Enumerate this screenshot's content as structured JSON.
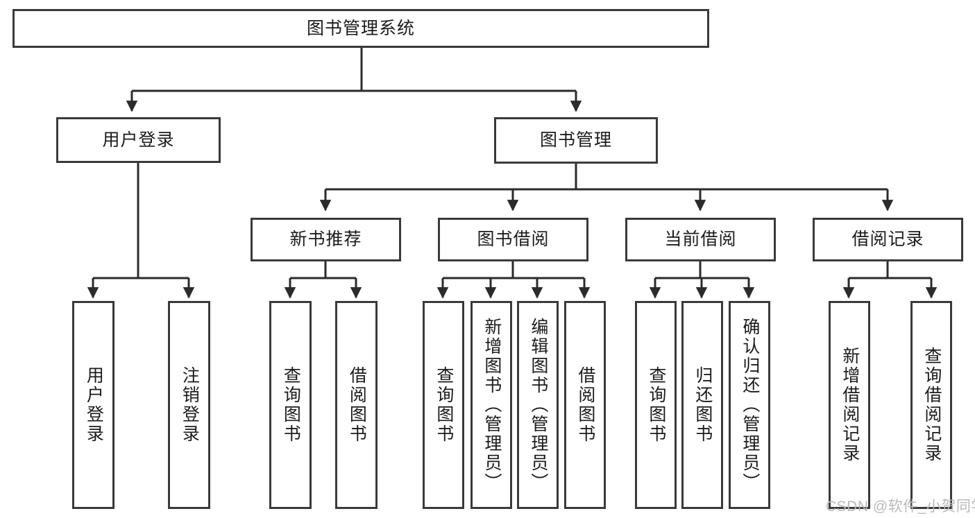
{
  "diagram": {
    "title": "图书管理系统",
    "type": "tree-hierarchy",
    "watermark": "CSDN @软件_小贺同学",
    "colors": {
      "background": "#ffffff",
      "box_border": "#3a3a3a",
      "box_fill": "#ffffff",
      "text": "#1b1b1b",
      "connector": "#2b2b2b",
      "watermark": "#b9b9b9"
    }
  },
  "nodes": {
    "root": {
      "label": "图书管理系统"
    },
    "level2": [
      {
        "id": "user-login",
        "label": "用户登录"
      },
      {
        "id": "book-manage",
        "label": "图书管理"
      }
    ],
    "level3": [
      {
        "id": "new-book-rec",
        "label": "新书推荐"
      },
      {
        "id": "book-borrow",
        "label": "图书借阅"
      },
      {
        "id": "current-borrow",
        "label": "当前借阅"
      },
      {
        "id": "borrow-record",
        "label": "借阅记录"
      }
    ],
    "leaves": {
      "user_login": [
        {
          "id": "leaf-user-login",
          "label": "用户登录"
        },
        {
          "id": "leaf-logout-login",
          "label": "注销登录"
        }
      ],
      "new_book_rec": [
        {
          "id": "leaf-query-book-1",
          "label": "查询图书"
        },
        {
          "id": "leaf-borrow-book-1",
          "label": "借阅图书"
        }
      ],
      "book_borrow": [
        {
          "id": "leaf-query-book-2",
          "label": "查询图书"
        },
        {
          "id": "leaf-add-book",
          "label": "新增图书（管理员）"
        },
        {
          "id": "leaf-edit-book",
          "label": "编辑图书（管理员）"
        },
        {
          "id": "leaf-borrow-book-2",
          "label": "借阅图书"
        }
      ],
      "current_borrow": [
        {
          "id": "leaf-query-book-3",
          "label": "查询图书"
        },
        {
          "id": "leaf-return-book",
          "label": "归还图书"
        },
        {
          "id": "leaf-confirm-return",
          "label": "确认归还（管理员）"
        }
      ],
      "borrow_record": [
        {
          "id": "leaf-add-record",
          "label": "新增借阅记录"
        },
        {
          "id": "leaf-query-record",
          "label": "查询借阅记录"
        }
      ]
    }
  }
}
